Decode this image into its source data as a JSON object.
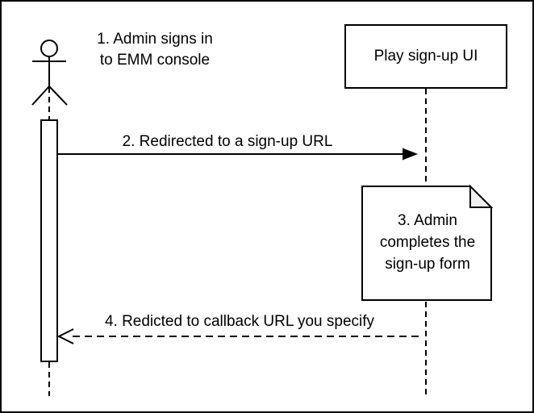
{
  "colors": {
    "stroke": "#000000",
    "background": "#ffffff",
    "text": "#000000",
    "note_fold": "#f0f0f0"
  },
  "actor": {
    "annotation": "1. Admin signs in\nto EMM console"
  },
  "play_ui": {
    "label": "Play sign-up UI"
  },
  "messages": {
    "redirect": "2. Redirected to a sign-up URL",
    "callback": "4. Redicted to callback URL you specify"
  },
  "note": {
    "text": "3. Admin\ncompletes the\nsign-up form"
  }
}
